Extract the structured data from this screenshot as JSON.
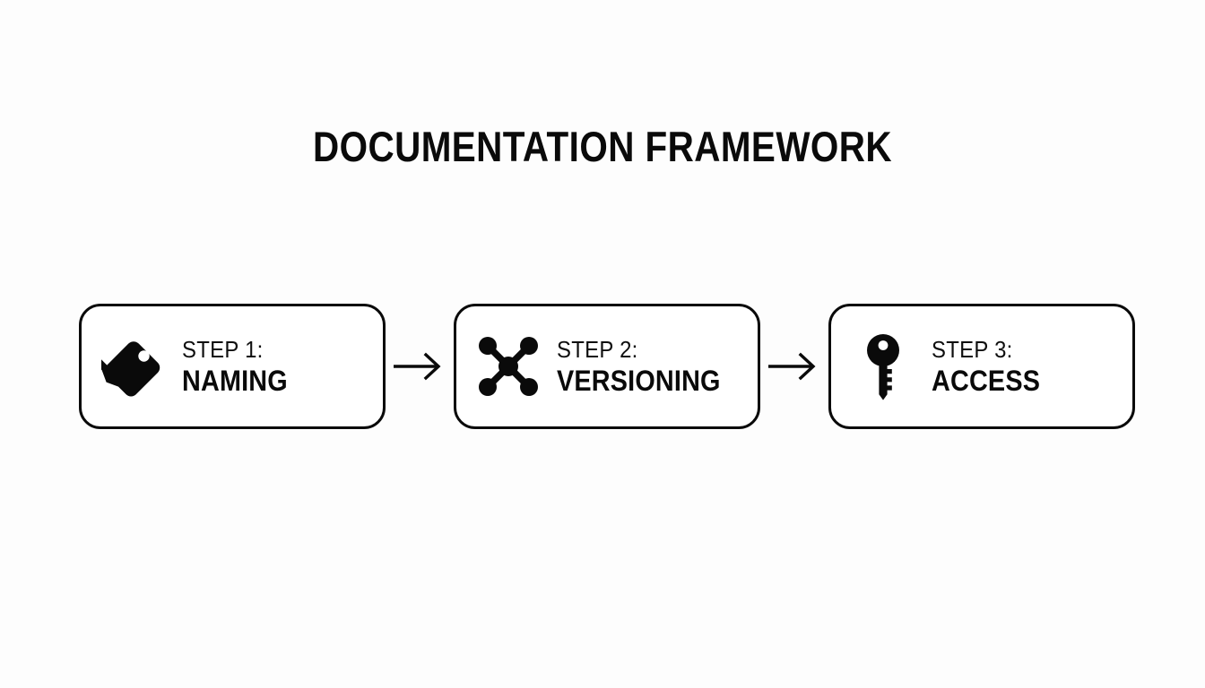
{
  "slide": {
    "title": "DOCUMENTATION FRAMEWORK",
    "background_color": "#fdfdfd",
    "ink_color": "#0a0a0a"
  },
  "steps": [
    {
      "icon": "tag-icon",
      "label": "STEP 1:",
      "name": "NAMING"
    },
    {
      "icon": "network-nodes-icon",
      "label": "STEP 2:",
      "name": "VERSIONING"
    },
    {
      "icon": "key-icon",
      "label": "STEP 3:",
      "name": "ACCESS"
    }
  ],
  "connectors": [
    {
      "icon": "arrow-right-icon"
    },
    {
      "icon": "arrow-right-icon"
    }
  ]
}
